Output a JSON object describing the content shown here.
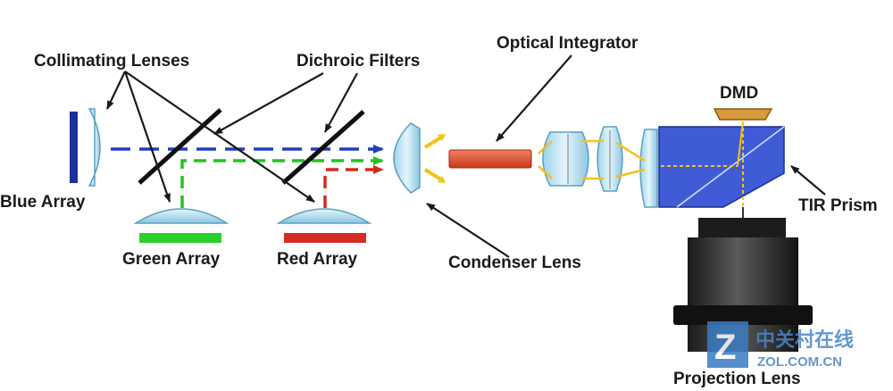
{
  "labels": {
    "collimating_lenses": "Collimating Lenses",
    "dichroic_filters": "Dichroic Filters",
    "optical_integrator": "Optical Integrator",
    "dmd": "DMD",
    "blue_array": "Blue Array",
    "green_array": "Green Array",
    "red_array": "Red Array",
    "condenser_lens": "Condenser Lens",
    "tir_prism": "TIR Prism",
    "projection_lens": "Projection Lens"
  },
  "watermark": {
    "site_cn": "中关村在线",
    "site_en": "ZOL.COM.CN",
    "logo_letter": "Z"
  },
  "colors": {
    "blue_beam": "#1f3fbf",
    "green_beam": "#22c422",
    "red_beam": "#d42a1e",
    "lens": "#b7dff0",
    "prism": "#3f5bd6",
    "integrator": "#e4573a",
    "dmd": "#d99a3b",
    "arrow_yellow": "#f4c21a"
  }
}
